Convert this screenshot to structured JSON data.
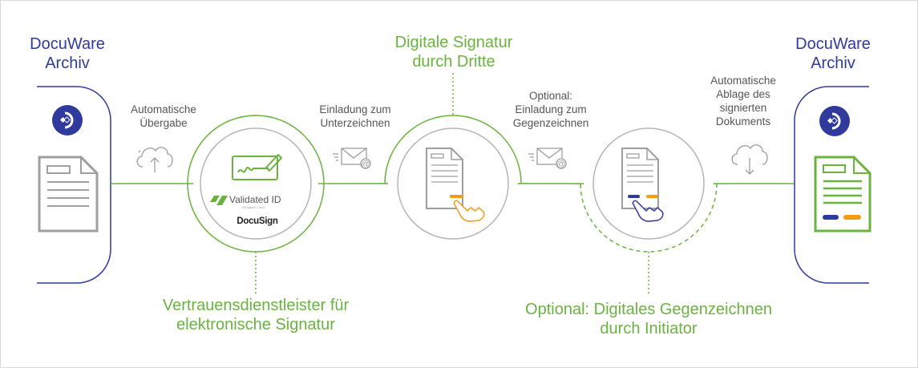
{
  "colors": {
    "archive_blue": "#2f3a9c",
    "flow_green": "#6bb33f",
    "circle_gray": "#b5b5b5",
    "doc_gray": "#9e9e9e",
    "accent_orange": "#f39c12",
    "label_gray": "#555555"
  },
  "archive_left": {
    "title": "DocuWare\nArchiv",
    "logo_icon": "docuware-logo-icon",
    "document_icon": "document-gray-icon"
  },
  "archive_right": {
    "title": "DocuWare\nArchiv",
    "logo_icon": "docuware-logo-icon",
    "document_icon": "document-signed-green-icon"
  },
  "steps": {
    "auto_transfer": "Automatische\nÜbergabe",
    "invite_sign": "Einladung zum\nUnterzeichnen",
    "invite_countersign": "Optional:\nEinladung zum\nGegenzeichnen",
    "auto_store": "Automatische\nAblage des\nsignierten\nDokuments"
  },
  "stages": {
    "trust_provider": "Vertrauensdienstleister für\nelektronische Signatur",
    "third_party_signature": "Digitale Signatur\ndurch Dritte",
    "countersign_initiator": "Optional: Digitales Gegenzeichnen\ndurch Initiator"
  },
  "providers": {
    "validated_id": "Validated ID",
    "validated_id_tagline": "ViDSigner Cloud",
    "docusign": "DocuSign"
  }
}
